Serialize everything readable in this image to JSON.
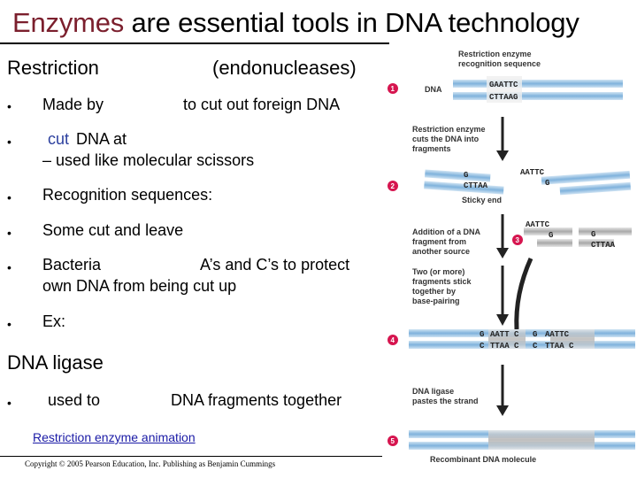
{
  "title": {
    "highlight": "Enzymes",
    "rest": " are essential tools in DNA technology"
  },
  "section1": {
    "heading_left": "Restriction",
    "heading_right": "(endonucleases)",
    "bullets": [
      {
        "text": "Made by",
        "text2": "to cut out foreign DNA"
      },
      {
        "text_highlight": "cut",
        "text": "DNA at",
        "line2": "– used like molecular scissors"
      },
      {
        "text": "Recognition sequences:"
      },
      {
        "text": "Some cut and leave"
      },
      {
        "text": "Bacteria",
        "text2": "A’s and C’s to protect",
        "line2": "own DNA from being cut up"
      },
      {
        "text": "Ex:"
      }
    ]
  },
  "section2": {
    "heading": "DNA ligase",
    "bullet": {
      "text": "used to",
      "text2": "DNA fragments together"
    }
  },
  "link": "Restriction enzyme animation",
  "copyright": "Copyright © 2005 Pearson Education, Inc. Publishing as Benjamin Cummings",
  "bullet_symbol": "•",
  "colors": {
    "title_accent": "#7b1f2d",
    "step_badge": "#d6154f",
    "dna_strand": "#7fb2dc",
    "link": "#1a1aa6"
  },
  "figure": {
    "label_enzyme_site": [
      "Restriction enzyme",
      "recognition sequence"
    ],
    "label_dna": "DNA",
    "seq_top": "GAATTC",
    "seq_bottom": "CTTAAG",
    "label_cut": [
      "Restriction enzyme",
      "cuts the DNA into",
      "fragments"
    ],
    "frag_left_top": "G",
    "frag_left_bottom": "CTTAA",
    "frag_right_top": "AATTC",
    "frag_right_bottom": "G",
    "label_sticky": "Sticky end",
    "label_addition": [
      "Addition of a DNA",
      "fragment from",
      "another source"
    ],
    "frag3_top": "AATTC",
    "frag3_bottom": "G",
    "frag3_right_top": "G",
    "frag3_right_bottom": "CTTAA",
    "label_stick": [
      "Two (or more)",
      "fragments stick",
      "together by",
      "base-pairing"
    ],
    "s4_l_top": "G",
    "s4_l_top2": "AATT C",
    "s4_l_bot": "C",
    "s4_l_bot2": "TTAA C",
    "s4_r_top": "G",
    "s4_r_top2": "AATTC",
    "s4_r_bot": "C",
    "s4_r_bot2": "TTAA C",
    "label_ligase": [
      "DNA ligase",
      "pastes the strand"
    ],
    "label_recombinant": "Recombinant DNA molecule",
    "steps": [
      "1",
      "2",
      "3",
      "4",
      "5"
    ]
  }
}
